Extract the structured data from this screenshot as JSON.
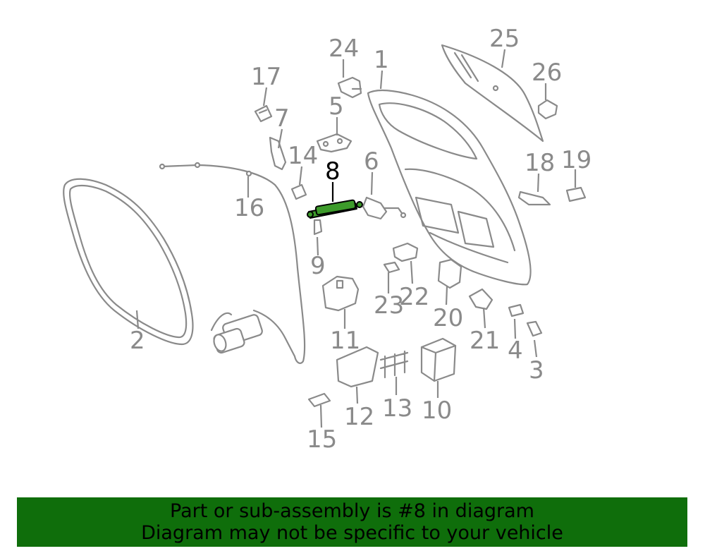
{
  "colors": {
    "part_stroke": "#8a8a8a",
    "highlight_fill": "#3d9b2b",
    "highlight_stroke": "#000000",
    "banner_bg": "#0f6e0b",
    "banner_text": "#000000"
  },
  "callouts": {
    "c1": "1",
    "c2": "2",
    "c3": "3",
    "c4": "4",
    "c5": "5",
    "c6": "6",
    "c7": "7",
    "c8": "8",
    "c9": "9",
    "c10": "10",
    "c11": "11",
    "c12": "12",
    "c13": "13",
    "c14": "14",
    "c15": "15",
    "c16": "16",
    "c17": "17",
    "c18": "18",
    "c19": "19",
    "c20": "20",
    "c21": "21",
    "c22": "22",
    "c23": "23",
    "c24": "24",
    "c25": "25",
    "c26": "26"
  },
  "highlighted_part": "8",
  "banner": {
    "line1": "Part or sub-assembly is #8 in diagram",
    "line2": "Diagram may not be specific to your vehicle"
  }
}
